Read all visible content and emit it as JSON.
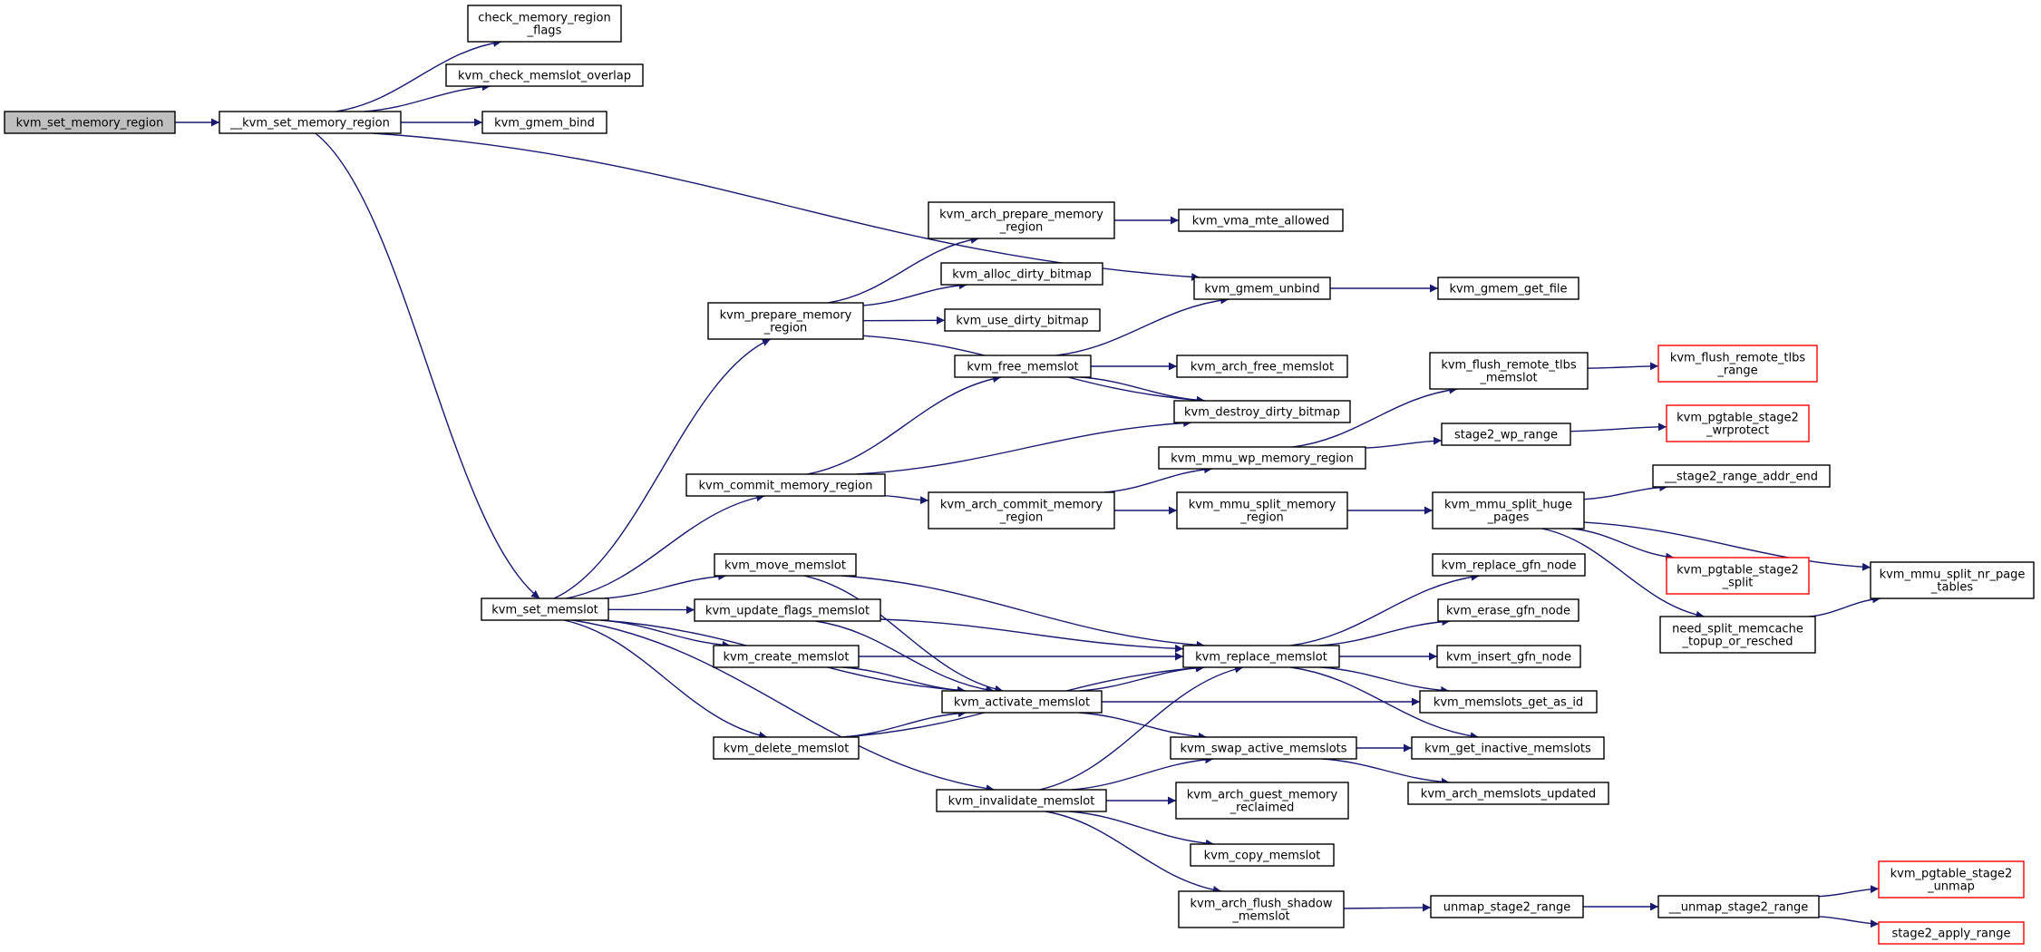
{
  "colors": {
    "edge": "#191970",
    "node_border": "#000000",
    "truncated_border": "#ff0000",
    "root_fill": "#bfbfbf",
    "node_fill": "#ffffff"
  },
  "nodes": [
    {
      "id": "root",
      "lines": [
        "kvm_set_memory_region"
      ],
      "style": "root"
    },
    {
      "id": "__kvm_set_memory_region",
      "lines": [
        "__kvm_set_memory_region"
      ]
    },
    {
      "id": "check_memory_region_flags",
      "lines": [
        "check_memory_region",
        "_flags"
      ]
    },
    {
      "id": "kvm_check_memslot_overlap",
      "lines": [
        "kvm_check_memslot_overlap"
      ]
    },
    {
      "id": "kvm_gmem_bind",
      "lines": [
        "kvm_gmem_bind"
      ]
    },
    {
      "id": "kvm_arch_prepare_memory_region",
      "lines": [
        "kvm_arch_prepare_memory",
        "_region"
      ]
    },
    {
      "id": "kvm_vma_mte_allowed",
      "lines": [
        "kvm_vma_mte_allowed"
      ]
    },
    {
      "id": "kvm_alloc_dirty_bitmap",
      "lines": [
        "kvm_alloc_dirty_bitmap"
      ]
    },
    {
      "id": "kvm_gmem_unbind",
      "lines": [
        "kvm_gmem_unbind"
      ]
    },
    {
      "id": "kvm_gmem_get_file",
      "lines": [
        "kvm_gmem_get_file"
      ]
    },
    {
      "id": "kvm_prepare_memory_region",
      "lines": [
        "kvm_prepare_memory",
        "_region"
      ]
    },
    {
      "id": "kvm_use_dirty_bitmap",
      "lines": [
        "kvm_use_dirty_bitmap"
      ]
    },
    {
      "id": "kvm_free_memslot",
      "lines": [
        "kvm_free_memslot"
      ]
    },
    {
      "id": "kvm_arch_free_memslot",
      "lines": [
        "kvm_arch_free_memslot"
      ]
    },
    {
      "id": "kvm_flush_remote_tlbs_memslot",
      "lines": [
        "kvm_flush_remote_tlbs",
        "_memslot"
      ]
    },
    {
      "id": "kvm_flush_remote_tlbs_range",
      "lines": [
        "kvm_flush_remote_tlbs",
        "_range"
      ],
      "style": "truncated"
    },
    {
      "id": "kvm_destroy_dirty_bitmap",
      "lines": [
        "kvm_destroy_dirty_bitmap"
      ]
    },
    {
      "id": "stage2_wp_range",
      "lines": [
        "stage2_wp_range"
      ]
    },
    {
      "id": "kvm_pgtable_stage2_wrprotect",
      "lines": [
        "kvm_pgtable_stage2",
        "_wrprotect"
      ],
      "style": "truncated"
    },
    {
      "id": "kvm_mmu_wp_memory_region",
      "lines": [
        "kvm_mmu_wp_memory_region"
      ]
    },
    {
      "id": "kvm_commit_memory_region",
      "lines": [
        "kvm_commit_memory_region"
      ]
    },
    {
      "id": "__stage2_range_addr_end",
      "lines": [
        "__stage2_range_addr_end"
      ]
    },
    {
      "id": "kvm_arch_commit_memory_region",
      "lines": [
        "kvm_arch_commit_memory",
        "_region"
      ]
    },
    {
      "id": "kvm_mmu_split_memory_region",
      "lines": [
        "kvm_mmu_split_memory",
        "_region"
      ]
    },
    {
      "id": "kvm_mmu_split_huge_pages",
      "lines": [
        "kvm_mmu_split_huge",
        "_pages"
      ]
    },
    {
      "id": "kvm_pgtable_stage2_split",
      "lines": [
        "kvm_pgtable_stage2",
        "_split"
      ],
      "style": "truncated"
    },
    {
      "id": "kvm_mmu_split_nr_page_tables",
      "lines": [
        "kvm_mmu_split_nr_page",
        "_tables"
      ]
    },
    {
      "id": "kvm_replace_gfn_node",
      "lines": [
        "kvm_replace_gfn_node"
      ]
    },
    {
      "id": "kvm_move_memslot",
      "lines": [
        "kvm_move_memslot"
      ]
    },
    {
      "id": "kvm_set_memslot",
      "lines": [
        "kvm_set_memslot"
      ]
    },
    {
      "id": "kvm_update_flags_memslot",
      "lines": [
        "kvm_update_flags_memslot"
      ]
    },
    {
      "id": "kvm_erase_gfn_node",
      "lines": [
        "kvm_erase_gfn_node"
      ]
    },
    {
      "id": "need_split_memcache_topup_or_resched",
      "lines": [
        "need_split_memcache",
        "_topup_or_resched"
      ]
    },
    {
      "id": "kvm_create_memslot",
      "lines": [
        "kvm_create_memslot"
      ]
    },
    {
      "id": "kvm_replace_memslot",
      "lines": [
        "kvm_replace_memslot"
      ]
    },
    {
      "id": "kvm_insert_gfn_node",
      "lines": [
        "kvm_insert_gfn_node"
      ]
    },
    {
      "id": "kvm_activate_memslot",
      "lines": [
        "kvm_activate_memslot"
      ]
    },
    {
      "id": "kvm_memslots_get_as_id",
      "lines": [
        "kvm_memslots_get_as_id"
      ]
    },
    {
      "id": "kvm_delete_memslot",
      "lines": [
        "kvm_delete_memslot"
      ]
    },
    {
      "id": "kvm_swap_active_memslots",
      "lines": [
        "kvm_swap_active_memslots"
      ]
    },
    {
      "id": "kvm_get_inactive_memslots",
      "lines": [
        "kvm_get_inactive_memslots"
      ]
    },
    {
      "id": "kvm_arch_memslots_updated",
      "lines": [
        "kvm_arch_memslots_updated"
      ]
    },
    {
      "id": "kvm_invalidate_memslot",
      "lines": [
        "kvm_invalidate_memslot"
      ]
    },
    {
      "id": "kvm_arch_guest_memory_reclaimed",
      "lines": [
        "kvm_arch_guest_memory",
        "_reclaimed"
      ]
    },
    {
      "id": "kvm_copy_memslot",
      "lines": [
        "kvm_copy_memslot"
      ]
    },
    {
      "id": "kvm_arch_flush_shadow_memslot",
      "lines": [
        "kvm_arch_flush_shadow",
        "_memslot"
      ]
    },
    {
      "id": "unmap_stage2_range",
      "lines": [
        "unmap_stage2_range"
      ]
    },
    {
      "id": "__unmap_stage2_range",
      "lines": [
        "__unmap_stage2_range"
      ]
    },
    {
      "id": "kvm_pgtable_stage2_unmap",
      "lines": [
        "kvm_pgtable_stage2",
        "_unmap"
      ],
      "style": "truncated"
    },
    {
      "id": "stage2_apply_range",
      "lines": [
        "stage2_apply_range"
      ],
      "style": "truncated"
    }
  ],
  "edges": [
    [
      "root",
      "__kvm_set_memory_region"
    ],
    [
      "__kvm_set_memory_region",
      "check_memory_region_flags"
    ],
    [
      "__kvm_set_memory_region",
      "kvm_check_memslot_overlap"
    ],
    [
      "__kvm_set_memory_region",
      "kvm_gmem_bind"
    ],
    [
      "__kvm_set_memory_region",
      "kvm_gmem_unbind"
    ],
    [
      "__kvm_set_memory_region",
      "kvm_set_memslot"
    ],
    [
      "kvm_set_memslot",
      "kvm_prepare_memory_region"
    ],
    [
      "kvm_set_memslot",
      "kvm_commit_memory_region"
    ],
    [
      "kvm_set_memslot",
      "kvm_move_memslot"
    ],
    [
      "kvm_set_memslot",
      "kvm_update_flags_memslot"
    ],
    [
      "kvm_set_memslot",
      "kvm_create_memslot"
    ],
    [
      "kvm_set_memslot",
      "kvm_activate_memslot"
    ],
    [
      "kvm_set_memslot",
      "kvm_delete_memslot"
    ],
    [
      "kvm_set_memslot",
      "kvm_invalidate_memslot"
    ],
    [
      "kvm_prepare_memory_region",
      "kvm_arch_prepare_memory_region"
    ],
    [
      "kvm_prepare_memory_region",
      "kvm_alloc_dirty_bitmap"
    ],
    [
      "kvm_prepare_memory_region",
      "kvm_use_dirty_bitmap"
    ],
    [
      "kvm_prepare_memory_region",
      "kvm_destroy_dirty_bitmap"
    ],
    [
      "kvm_arch_prepare_memory_region",
      "kvm_vma_mte_allowed"
    ],
    [
      "kvm_gmem_unbind",
      "kvm_gmem_get_file"
    ],
    [
      "kvm_commit_memory_region",
      "kvm_free_memslot"
    ],
    [
      "kvm_commit_memory_region",
      "kvm_destroy_dirty_bitmap"
    ],
    [
      "kvm_commit_memory_region",
      "kvm_arch_commit_memory_region"
    ],
    [
      "kvm_free_memslot",
      "kvm_gmem_unbind"
    ],
    [
      "kvm_free_memslot",
      "kvm_arch_free_memslot"
    ],
    [
      "kvm_free_memslot",
      "kvm_destroy_dirty_bitmap"
    ],
    [
      "kvm_arch_commit_memory_region",
      "kvm_mmu_wp_memory_region"
    ],
    [
      "kvm_arch_commit_memory_region",
      "kvm_mmu_split_memory_region"
    ],
    [
      "kvm_mmu_wp_memory_region",
      "kvm_flush_remote_tlbs_memslot"
    ],
    [
      "kvm_mmu_wp_memory_region",
      "stage2_wp_range"
    ],
    [
      "kvm_flush_remote_tlbs_memslot",
      "kvm_flush_remote_tlbs_range"
    ],
    [
      "stage2_wp_range",
      "kvm_pgtable_stage2_wrprotect"
    ],
    [
      "kvm_mmu_split_memory_region",
      "kvm_mmu_split_huge_pages"
    ],
    [
      "kvm_mmu_split_huge_pages",
      "__stage2_range_addr_end"
    ],
    [
      "kvm_mmu_split_huge_pages",
      "kvm_pgtable_stage2_split"
    ],
    [
      "kvm_mmu_split_huge_pages",
      "kvm_mmu_split_nr_page_tables"
    ],
    [
      "kvm_mmu_split_huge_pages",
      "need_split_memcache_topup_or_resched"
    ],
    [
      "need_split_memcache_topup_or_resched",
      "kvm_mmu_split_nr_page_tables"
    ],
    [
      "kvm_move_memslot",
      "kvm_replace_memslot"
    ],
    [
      "kvm_move_memslot",
      "kvm_activate_memslot"
    ],
    [
      "kvm_update_flags_memslot",
      "kvm_replace_memslot"
    ],
    [
      "kvm_update_flags_memslot",
      "kvm_activate_memslot"
    ],
    [
      "kvm_create_memslot",
      "kvm_replace_memslot"
    ],
    [
      "kvm_create_memslot",
      "kvm_activate_memslot"
    ],
    [
      "kvm_delete_memslot",
      "kvm_activate_memslot"
    ],
    [
      "kvm_delete_memslot",
      "kvm_replace_memslot"
    ],
    [
      "kvm_activate_memslot",
      "kvm_replace_memslot"
    ],
    [
      "kvm_activate_memslot",
      "kvm_memslots_get_as_id"
    ],
    [
      "kvm_activate_memslot",
      "kvm_swap_active_memslots"
    ],
    [
      "kvm_replace_memslot",
      "kvm_replace_gfn_node"
    ],
    [
      "kvm_replace_memslot",
      "kvm_erase_gfn_node"
    ],
    [
      "kvm_replace_memslot",
      "kvm_insert_gfn_node"
    ],
    [
      "kvm_replace_memslot",
      "kvm_memslots_get_as_id"
    ],
    [
      "kvm_replace_memslot",
      "kvm_get_inactive_memslots"
    ],
    [
      "kvm_swap_active_memslots",
      "kvm_get_inactive_memslots"
    ],
    [
      "kvm_swap_active_memslots",
      "kvm_arch_memslots_updated"
    ],
    [
      "kvm_invalidate_memslot",
      "kvm_replace_memslot"
    ],
    [
      "kvm_invalidate_memslot",
      "kvm_swap_active_memslots"
    ],
    [
      "kvm_invalidate_memslot",
      "kvm_arch_guest_memory_reclaimed"
    ],
    [
      "kvm_invalidate_memslot",
      "kvm_copy_memslot"
    ],
    [
      "kvm_invalidate_memslot",
      "kvm_arch_flush_shadow_memslot"
    ],
    [
      "kvm_arch_flush_shadow_memslot",
      "unmap_stage2_range"
    ],
    [
      "unmap_stage2_range",
      "__unmap_stage2_range"
    ],
    [
      "__unmap_stage2_range",
      "kvm_pgtable_stage2_unmap"
    ],
    [
      "__unmap_stage2_range",
      "stage2_apply_range"
    ]
  ]
}
